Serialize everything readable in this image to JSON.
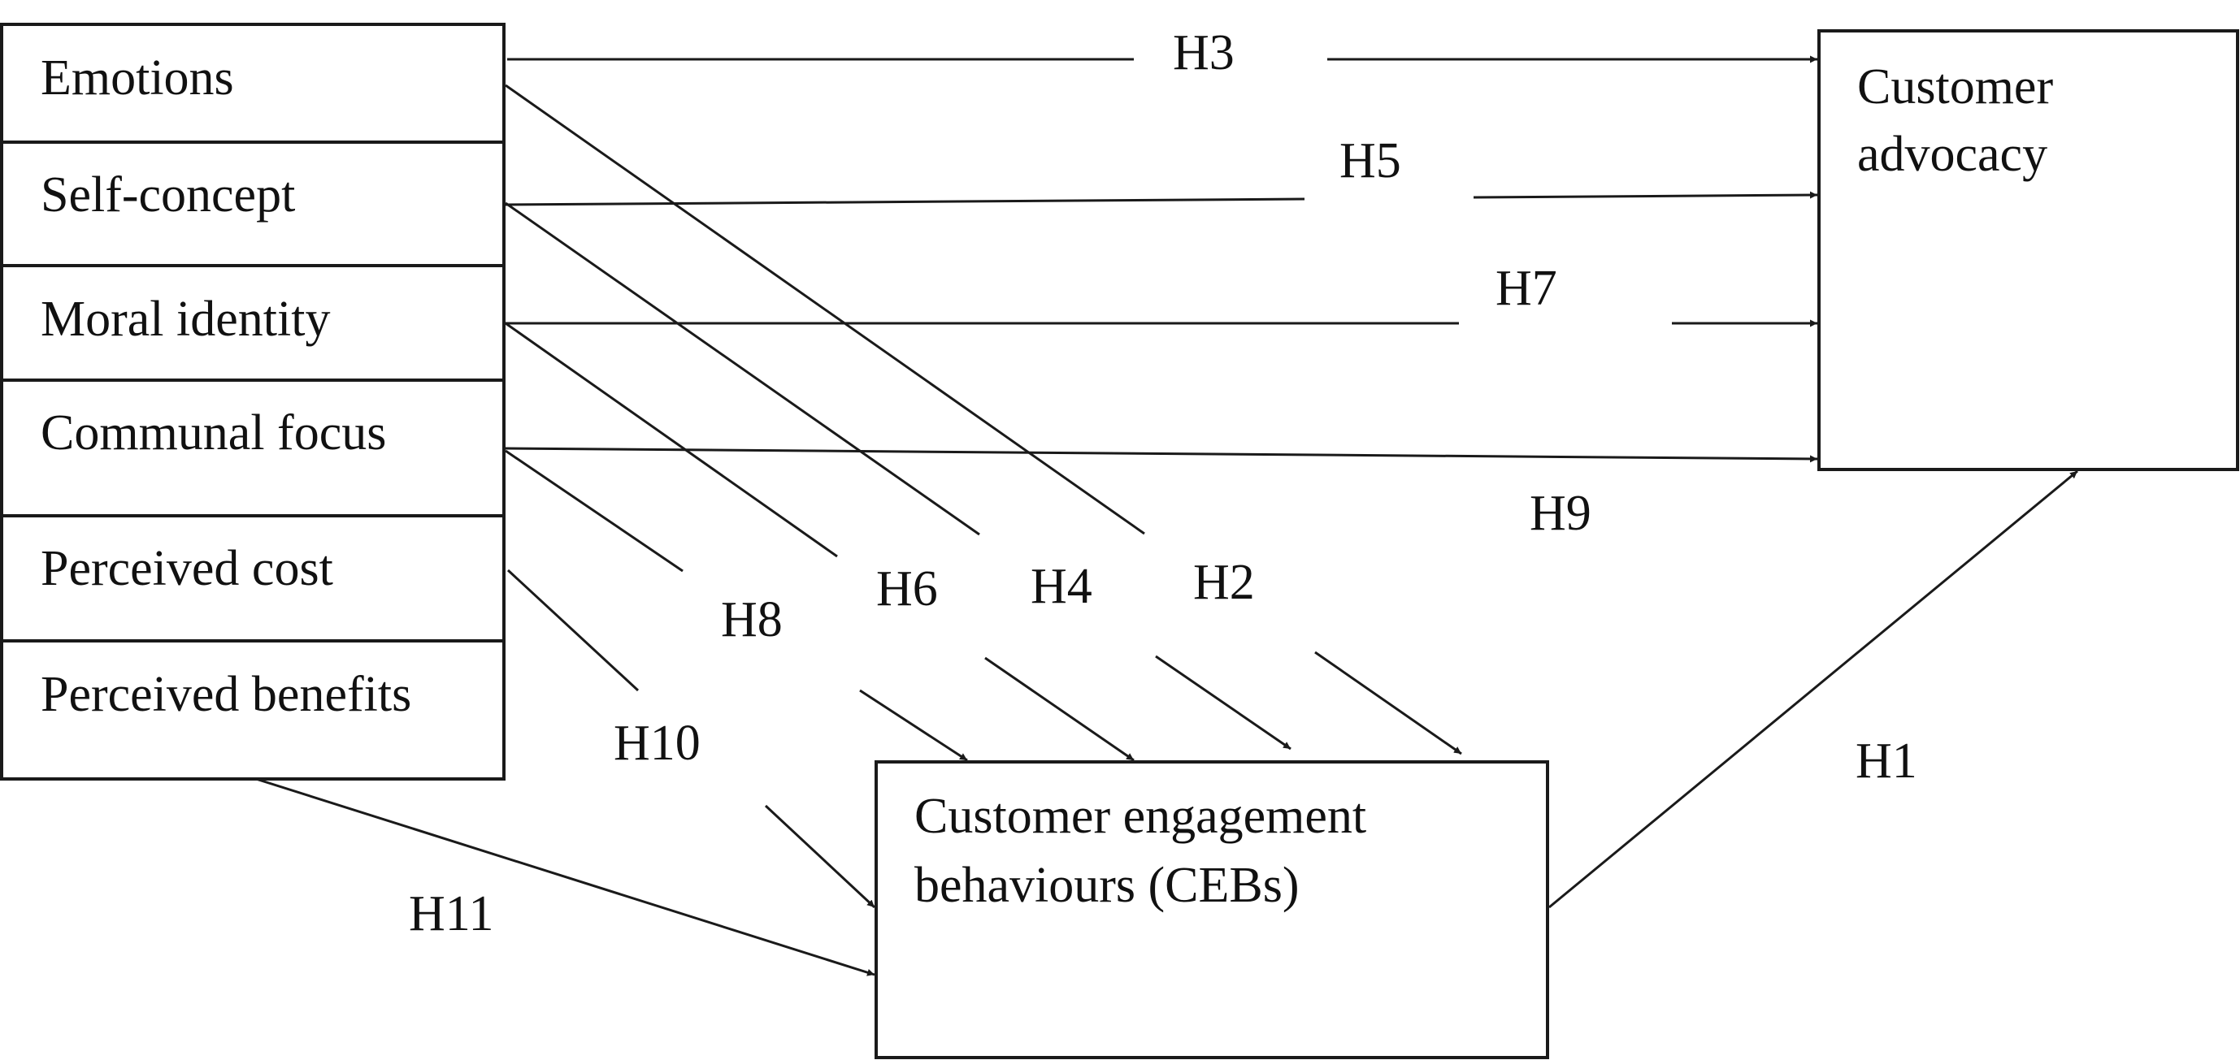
{
  "constructs": {
    "emotions": "Emotions",
    "self_concept": "Self-concept",
    "moral_identity": "Moral identity",
    "communal_focus": "Communal focus",
    "perceived_cost": "Perceived cost",
    "perceived_benefits": "Perceived benefits"
  },
  "mediator": {
    "line1": "Customer engagement",
    "line2": "behaviours (CEBs)"
  },
  "outcome": {
    "line1": "Customer",
    "line2": "advocacy"
  },
  "hypotheses": {
    "h1": "H1",
    "h2": "H2",
    "h3": "H3",
    "h4": "H4",
    "h5": "H5",
    "h6": "H6",
    "h7": "H7",
    "h8": "H8",
    "h9": "H9",
    "h10": "H10",
    "h11": "H11"
  }
}
